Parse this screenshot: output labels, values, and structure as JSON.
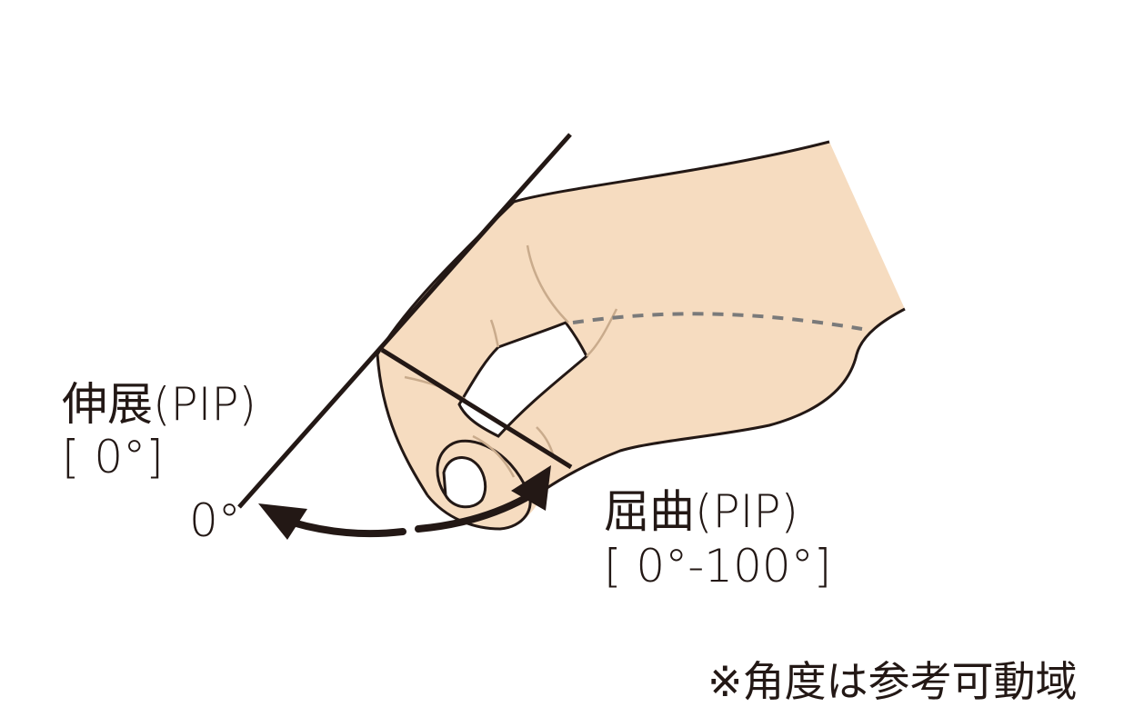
{
  "labels": {
    "extension_name": "伸展(PIP)",
    "extension_range": "[ 0°]",
    "zero_angle": "0°",
    "flexion_name": "屈曲(PIP)",
    "flexion_range": "[ 0°-100°]",
    "note": "※角度は参考可動域"
  },
  "colors": {
    "skin": "#f6dcc0",
    "outline": "#231815",
    "crease": "#c9ab8c",
    "dashed_line": "#7a7a7a",
    "nail": "#ffffff",
    "background": "#ffffff"
  }
}
